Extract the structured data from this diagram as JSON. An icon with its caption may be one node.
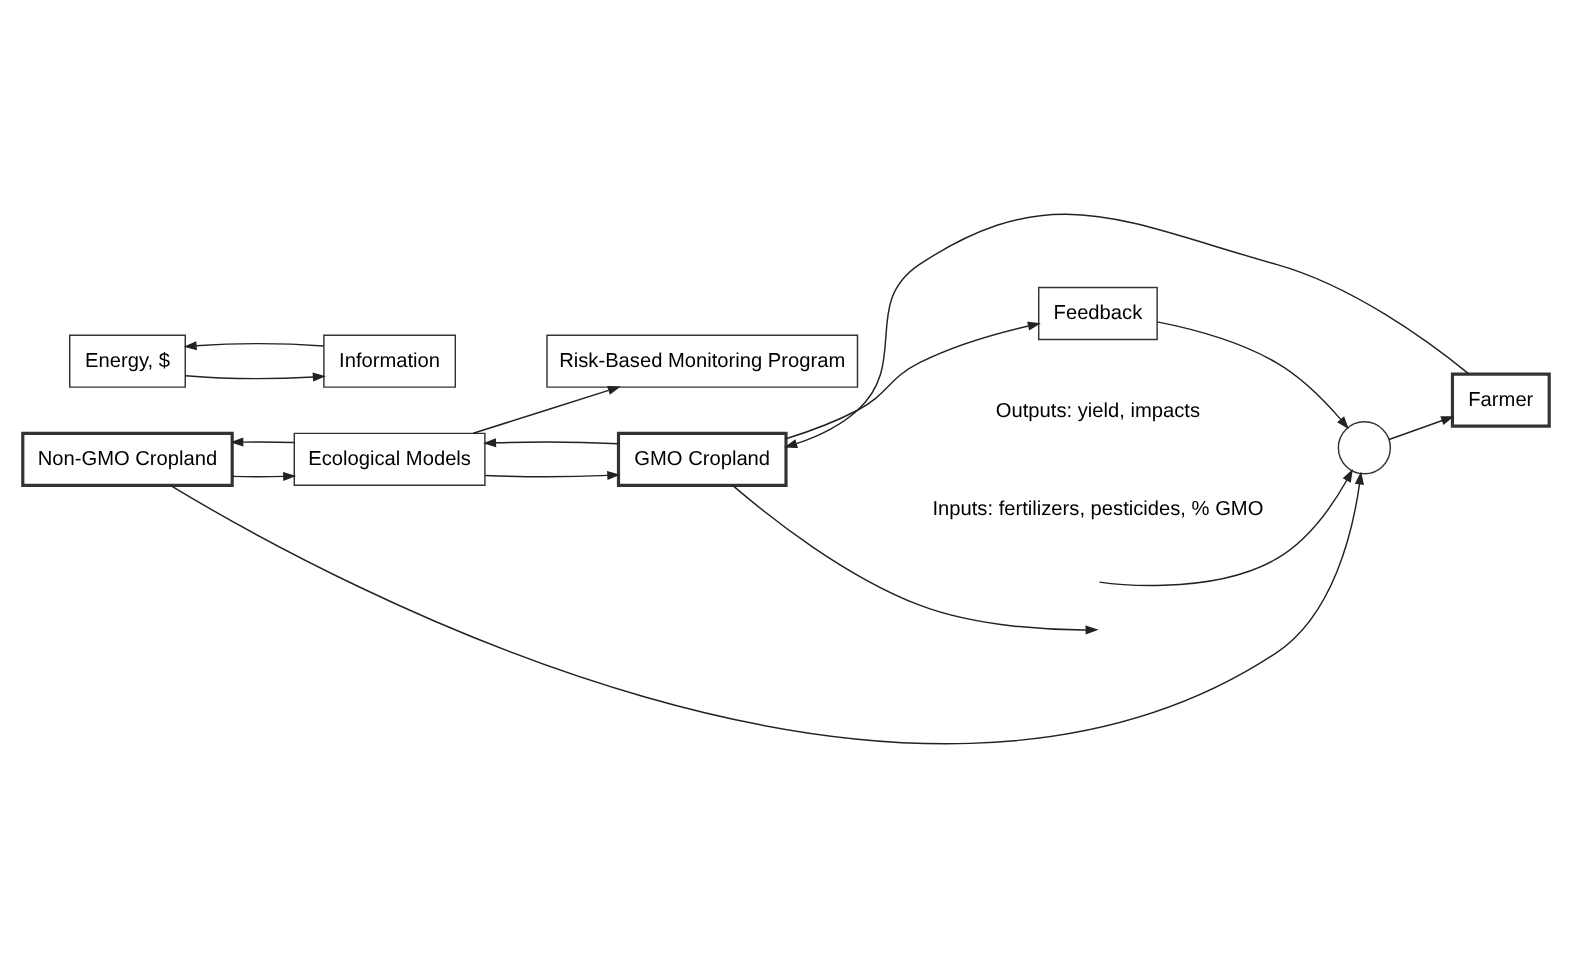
{
  "diagram": {
    "nodes": [
      {
        "text": [
          "Non-GMO Cropland"
        ]
      },
      {
        "text": [
          "Ecological Models"
        ]
      },
      {
        "text": [],
        "shape": "circle"
      },
      {
        "text": [
          "Farmer"
        ]
      },
      {
        "text": [
          "GMO Cropland"
        ]
      },
      {
        "text": [
          "Energy, $"
        ]
      },
      {
        "text": [
          "Information"
        ]
      },
      {
        "text": [
          "Feedback"
        ]
      },
      {
        "text": [
          "Risk-Based Monitoring Program"
        ]
      }
    ],
    "edges": [
      {
        "from": null,
        "to": 2,
        "arrow": "to"
      },
      {
        "from": 0,
        "to": 1,
        "arrow": "to"
      },
      {
        "from": 1,
        "to": 0,
        "arrow": "to"
      },
      {
        "from": 0,
        "to": 2,
        "arrow": "to"
      },
      {
        "from": 2,
        "to": 3,
        "arrow": "to"
      },
      {
        "from": 3,
        "to": 4,
        "arrow": "to"
      },
      {
        "from": 1,
        "to": 4,
        "arrow": "to"
      },
      {
        "from": 4,
        "to": 1,
        "arrow": "to"
      },
      {
        "from": 4,
        "to": null,
        "arrow": "to"
      },
      {
        "from": 4,
        "to": 7,
        "arrow": "to"
      },
      {
        "from": 7,
        "to": 2,
        "arrow": "to"
      },
      {
        "from": 5,
        "to": 6,
        "arrow": "to"
      },
      {
        "from": 6,
        "to": 5,
        "arrow": "to"
      },
      {
        "from": 1,
        "to": 8,
        "arrow": "to"
      }
    ],
    "labels": [
      "Inputs: fertilizers, pesticides, % GMO",
      "Outputs: yield, impacts"
    ]
  }
}
